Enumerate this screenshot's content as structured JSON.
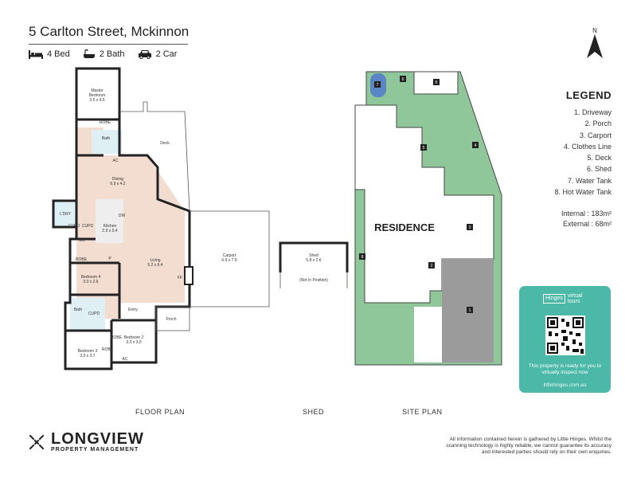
{
  "header": {
    "address": "5 Carlton Street, Mckinnon",
    "features": [
      {
        "icon": "bed-icon",
        "label": "4 Bed"
      },
      {
        "icon": "bath-icon",
        "label": "2 Bath"
      },
      {
        "icon": "car-icon",
        "label": "2 Car"
      }
    ]
  },
  "compass": {
    "label": "N"
  },
  "legend": {
    "title": "LEGEND",
    "items": [
      "1. Driveway",
      "2. Porch",
      "3. Carport",
      "4. Clothes Line",
      "5. Deck",
      "6. Shed",
      "7. Water Tank",
      "8. Hot Water Tank"
    ]
  },
  "areas": {
    "internal": "Internal  : 183m²",
    "external": "External  :  68m²"
  },
  "floor_plan": {
    "rooms": {
      "master_bedroom": "Master\nBedroom\n3.5 x 4.5",
      "robe": "ROBE",
      "bath": "Bath",
      "ac": "AC",
      "deck": "Deck",
      "dining": "Dining\n6.9 x 4.2",
      "ldry": "L'DRY",
      "cupd1": "CUPD",
      "cupd2": "CUPD",
      "kitchen": "Kitchen\n2.9 x 5.4",
      "dw": "DW",
      "wip": "WIP",
      "robe2": "ROBE",
      "p": "P",
      "living": "Living\n5.2 x 6.4",
      "ff": "FF",
      "bedroom4": "Bedroom 4\n3.0 x 2.6",
      "bath2": "Bath",
      "cupd3": "CUPD",
      "entry": "Entry",
      "porch": "Porch",
      "bedroom2": "Bedroom 2\n3.3 x 3.0",
      "robe3": "ROBE",
      "bedroom3": "Bedroom 3\n3.0 x 3.7",
      "robe4": "ROBE",
      "ac2": "AC",
      "carport": "Carport\n6.6 x 7.9"
    }
  },
  "shed_plan": {
    "shed": "Shed\n5.8 x 2.6",
    "note": "(Not In Position)"
  },
  "site_plan": {
    "residence": "RESIDENCE",
    "markers": [
      "1",
      "2",
      "3",
      "4",
      "5",
      "6",
      "6",
      "7",
      "8"
    ]
  },
  "plan_labels": {
    "floor": "FLOOR PLAN",
    "shed": "SHED",
    "site": "SITE PLAN"
  },
  "virtual_tour": {
    "brand": "Hinges",
    "tag1": "virtual",
    "tag2": "tours",
    "text": "This property is ready for you to virtually inspect now",
    "url": "littlehinges.com.au"
  },
  "agency": {
    "name": "LONGVIEW",
    "subtitle": "PROPERTY MANAGEMENT"
  },
  "disclaimer": "All information contained herein is gathered by Little Hinges. Whilst the scanning technology is highly reliable, we cannot guarantee its accuracy and interested parties should rely on their own enquiries.",
  "colors": {
    "floor_accent": "#f2ddd0",
    "wet_area": "#dff0f5",
    "lawn": "#8fc79a",
    "driveway": "#9b9b9b",
    "water_tank": "#5a86c6",
    "card": "#4bb8a8"
  }
}
